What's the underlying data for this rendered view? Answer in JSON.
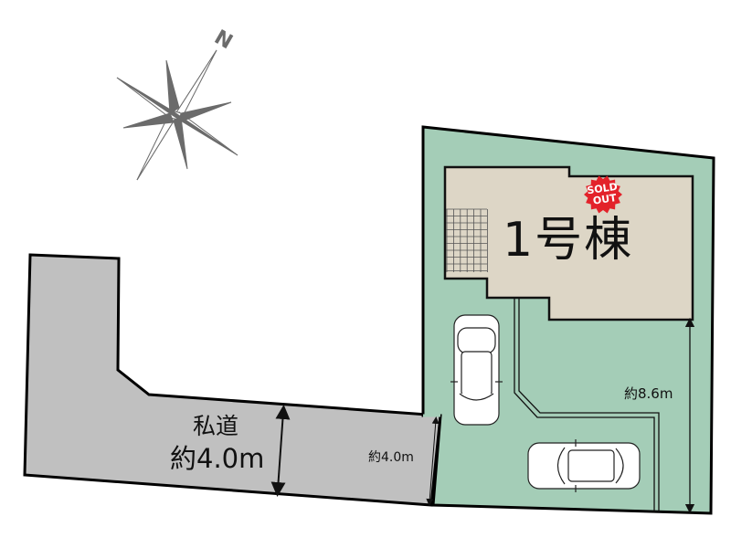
{
  "compass": {
    "north_label": "N",
    "icon": "compass-rose-icon"
  },
  "lot": {
    "building_label": "1号棟",
    "sold_badge": {
      "line1": "SOLD",
      "line2": "OUT",
      "color": "#e3222a"
    },
    "depth_dimension": "約8.6m",
    "colors": {
      "lot": "#a4cdb7",
      "building": "#ddd6c6",
      "road": "#c0c0c0"
    }
  },
  "road": {
    "name": "私道",
    "width_label": "約4.0m",
    "frontage_width_label": "約4.0m"
  }
}
